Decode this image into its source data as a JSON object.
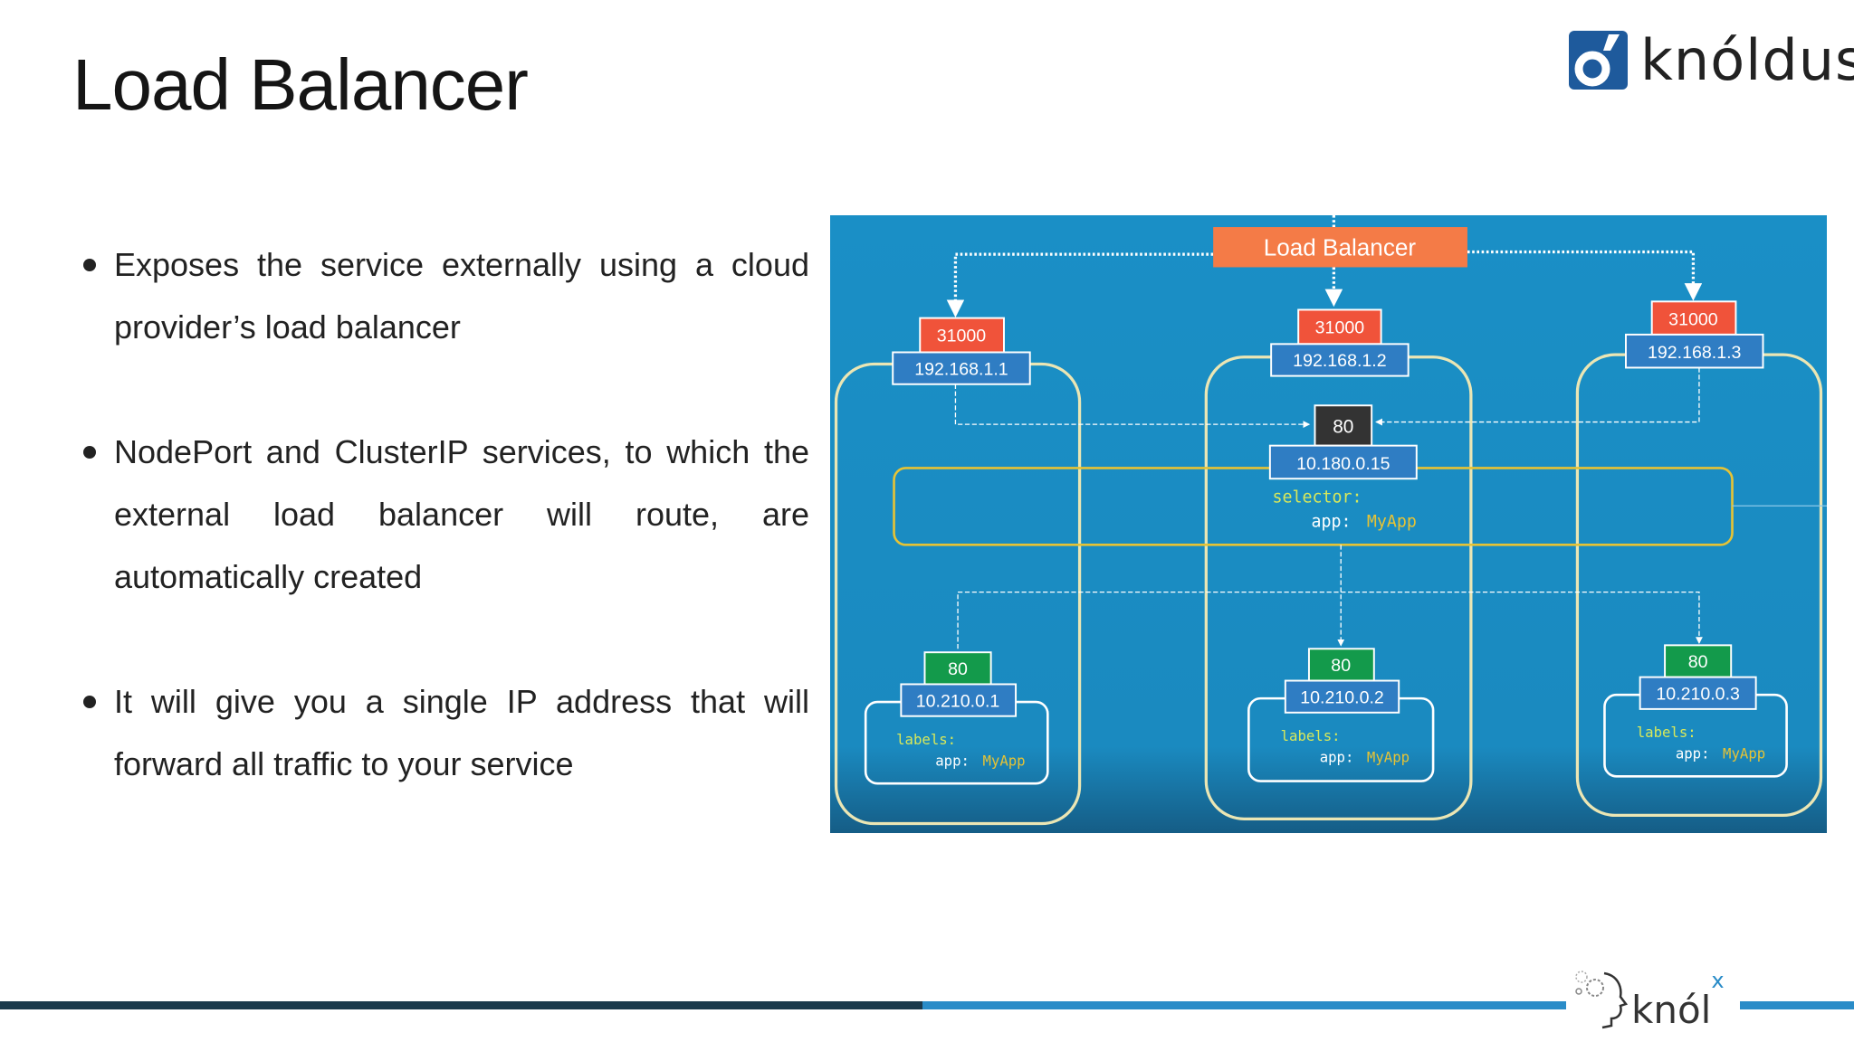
{
  "slide": {
    "title": "Load Balancer",
    "bullets": [
      "Exposes the service externally using a cloud provider’s load balancer",
      "NodePort and ClusterIP services, to which the external load balancer will route, are automatically created",
      "It will give you a single IP address that will forward all traffic to your service"
    ]
  },
  "logo": {
    "brand": "knóldus",
    "footer_brand": "knól",
    "footer_sup": "x"
  },
  "colors": {
    "diagram_bg": "#1a8fc6",
    "load_balancer": "#f47b47",
    "node_port": "#f0533a",
    "ip_box": "#2f7dc3",
    "service_port": "#333333",
    "pod_port": "#139a4b",
    "selector_border": "#e6c335",
    "node_border": "#ebe6b4",
    "footer_dark": "#1b3a4c",
    "footer_blue": "#2a8cc8"
  },
  "diagram": {
    "load_balancer": "Load Balancer",
    "nodes": [
      {
        "port": "31000",
        "ip": "192.168.1.1"
      },
      {
        "port": "31000",
        "ip": "192.168.1.2"
      },
      {
        "port": "31000",
        "ip": "192.168.1.3"
      }
    ],
    "service": {
      "port": "80",
      "ip": "10.180.0.15",
      "selector_key": "selector:",
      "app_key": "app:",
      "app_value": "MyApp"
    },
    "pods": [
      {
        "port": "80",
        "ip": "10.210.0.1",
        "labels_key": "labels:",
        "app_key": "app:",
        "app_value": "MyApp"
      },
      {
        "port": "80",
        "ip": "10.210.0.2",
        "labels_key": "labels:",
        "app_key": "app:",
        "app_value": "MyApp"
      },
      {
        "port": "80",
        "ip": "10.210.0.3",
        "labels_key": "labels:",
        "app_key": "app:",
        "app_value": "MyApp"
      }
    ]
  }
}
